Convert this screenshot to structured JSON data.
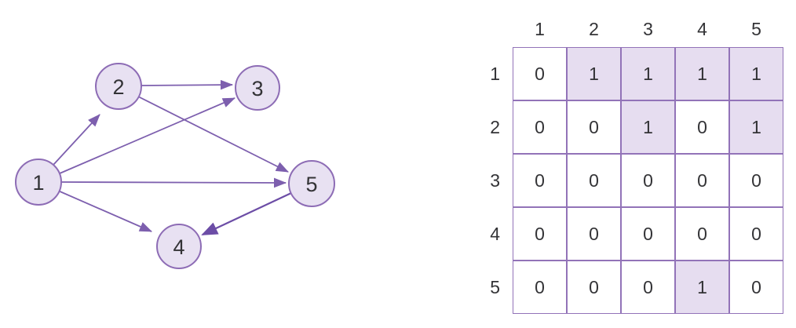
{
  "graph": {
    "nodes": [
      {
        "id": "1",
        "label": "1"
      },
      {
        "id": "2",
        "label": "2"
      },
      {
        "id": "3",
        "label": "3"
      },
      {
        "id": "4",
        "label": "4"
      },
      {
        "id": "5",
        "label": "5"
      }
    ],
    "edges": [
      {
        "from": "1",
        "to": "2"
      },
      {
        "from": "1",
        "to": "3"
      },
      {
        "from": "1",
        "to": "4"
      },
      {
        "from": "1",
        "to": "5"
      },
      {
        "from": "2",
        "to": "3"
      },
      {
        "from": "2",
        "to": "5"
      },
      {
        "from": "5",
        "to": "4",
        "emphasis": true
      }
    ]
  },
  "matrix": {
    "column_headers": [
      "1",
      "2",
      "3",
      "4",
      "5"
    ],
    "rows": [
      {
        "header": "1",
        "values": [
          "0",
          "1",
          "1",
          "1",
          "1"
        ]
      },
      {
        "header": "2",
        "values": [
          "0",
          "0",
          "1",
          "0",
          "1"
        ]
      },
      {
        "header": "3",
        "values": [
          "0",
          "0",
          "0",
          "0",
          "0"
        ]
      },
      {
        "header": "4",
        "values": [
          "0",
          "0",
          "0",
          "0",
          "0"
        ]
      },
      {
        "header": "5",
        "values": [
          "0",
          "0",
          "0",
          "1",
          "0"
        ]
      }
    ],
    "highlighted_cells": [
      [
        1,
        2
      ],
      [
        1,
        3
      ],
      [
        1,
        4
      ],
      [
        1,
        5
      ],
      [
        2,
        3
      ],
      [
        2,
        5
      ],
      [
        5,
        4
      ]
    ]
  },
  "colors": {
    "node_fill": "#e8e1f2",
    "node_border": "#8d6cb5",
    "edge": "#7d5fae",
    "edge_emphasis": "#6c4da6",
    "cell_highlight": "#e6ddf0",
    "grid_border": "#9273b8",
    "text": "#333336"
  }
}
